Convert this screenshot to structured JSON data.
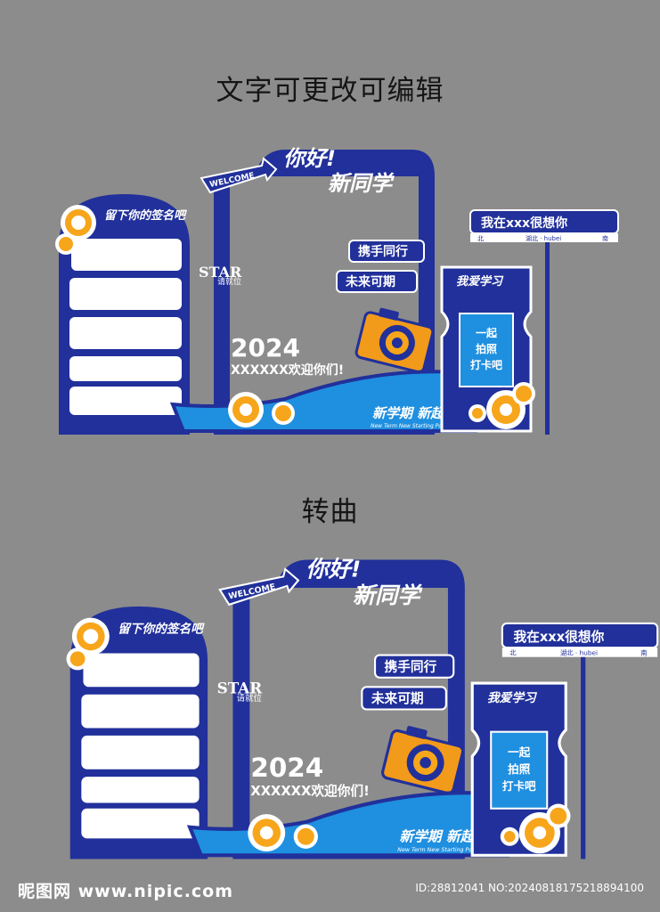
{
  "captions": {
    "top": "文字可更改可编辑",
    "bottom": "转曲"
  },
  "board": {
    "signature_title": "留下你的签名吧",
    "welcome": "WELCOME",
    "hello": "你好!",
    "new_classmate": "新同学",
    "hand_in_hand": "携手同行",
    "future": "未来可期",
    "star": "STAR",
    "take_seat": "请就位",
    "year": "2024",
    "welcome_line": "XXXXXX欢迎你们!",
    "slogan": "新学期 新起点",
    "slogan_en": "New Term New Starting Point",
    "miss_you": "我在xxx很想你",
    "road_north": "北",
    "road_mid": "湖北 · hubei",
    "road_south": "南",
    "love_study": "我爱学习",
    "photo_1": "一起",
    "photo_2": "拍照",
    "photo_3": "打卡吧"
  },
  "footer": {
    "brand": "昵图网 www.nipic.com",
    "image_id": "ID:28812041 NO:20240818175218894100"
  },
  "colors": {
    "background": "#8c8c8c",
    "navy": "#21309a",
    "sky": "#1f8fe0",
    "orange": "#f29a1a",
    "flower_center": "#f7a51a"
  }
}
